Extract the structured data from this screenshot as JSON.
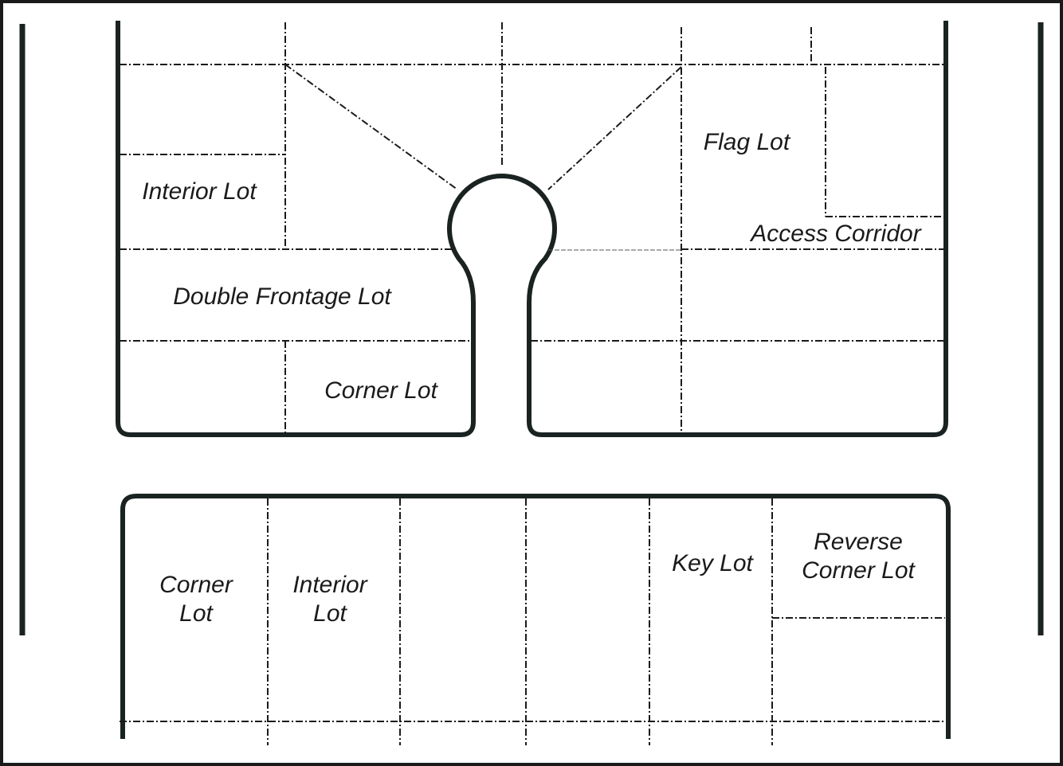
{
  "labels": {
    "interior_lot_top": "Interior Lot",
    "double_frontage_lot": "Double Frontage Lot",
    "corner_lot_top": "Corner Lot",
    "flag_lot": "Flag Lot",
    "access_corridor": "Access Corridor",
    "corner_lot_bottom_line1": "Corner",
    "corner_lot_bottom_line2": "Lot",
    "interior_lot_bottom_line1": "Interior",
    "interior_lot_bottom_line2": "Lot",
    "key_lot": "Key Lot",
    "reverse_corner_lot_line1": "Reverse",
    "reverse_corner_lot_line2": "Corner Lot"
  }
}
